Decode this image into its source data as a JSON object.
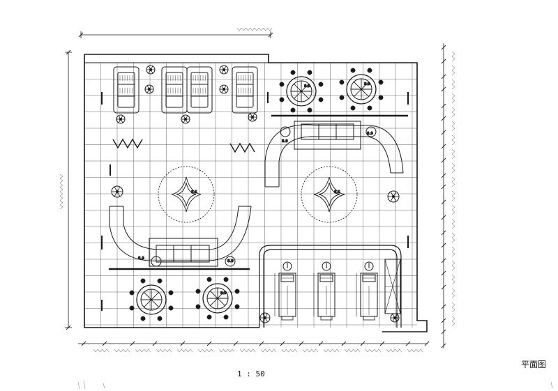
{
  "drawing": {
    "scale": "1 : 50",
    "title": "平面图"
  },
  "markers": {
    "chair": "8.9",
    "table": "8.5"
  }
}
